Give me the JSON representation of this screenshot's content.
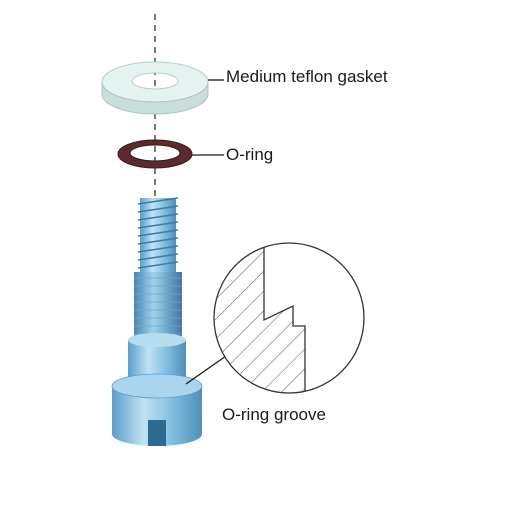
{
  "labels": {
    "gasket": "Medium teflon gasket",
    "oring": "O-ring",
    "groove": "O-ring groove"
  },
  "colors": {
    "gasket": "#e2f0ee",
    "oring": "#5a2a2e",
    "fitting": "#8ec7e6",
    "fitting_dark": "#4f94bf",
    "leader": "#1a1a1a"
  }
}
